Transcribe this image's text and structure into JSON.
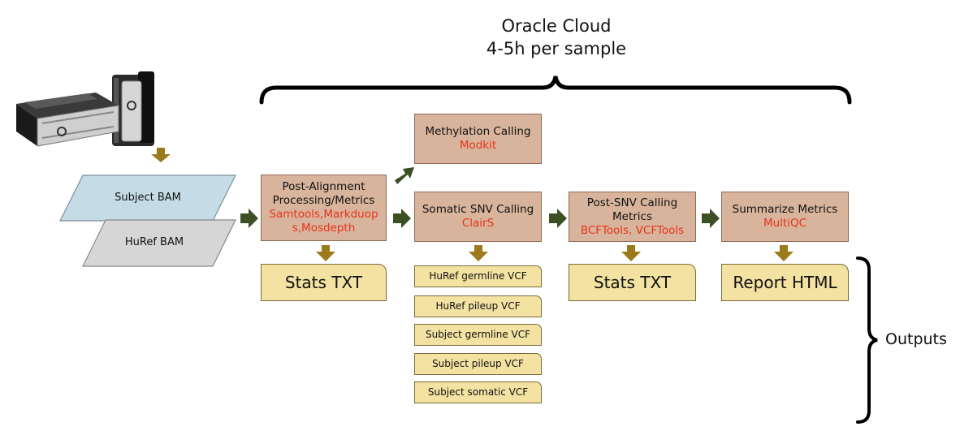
{
  "header": {
    "line1": "Oracle Cloud",
    "line2": "4-5h per sample"
  },
  "inputs": {
    "subject_bam": "Subject BAM",
    "huref_bam": "HuRef BAM"
  },
  "steps": {
    "post_alignment": {
      "title": "Post-Alignment Processing/Metrics",
      "tools": "Samtools,Markduops,Mosdepth"
    },
    "methylation": {
      "title": "Methylation Calling",
      "tools": "Modkit"
    },
    "somatic_snv": {
      "title": "Somatic SNV Calling",
      "tools": "ClairS"
    },
    "post_snv": {
      "title": "Post-SNV Calling Metrics",
      "tools": "BCFTools, VCFTools"
    },
    "summarize": {
      "title": "Summarize Metrics",
      "tools": "MultiQC"
    }
  },
  "outputs": {
    "stats_txt_1": "Stats TXT",
    "stats_txt_2": "Stats TXT",
    "report_html": "Report HTML",
    "vcfs": [
      "HuRef germline VCF",
      "HuRef pileup VCF",
      "Subject germline VCF",
      "Subject pileup VCF",
      "Subject somatic VCF"
    ],
    "label": "Outputs"
  },
  "colors": {
    "step_fill": "#d8b49c",
    "output_fill": "#f3e2a2",
    "tool_text": "#e8321c",
    "arrow_green": "#3d4f25",
    "arrow_gold": "#9c7a1c",
    "subject_bam_fill": "#c5dce6",
    "huref_bam_fill": "#d6d6d6"
  }
}
